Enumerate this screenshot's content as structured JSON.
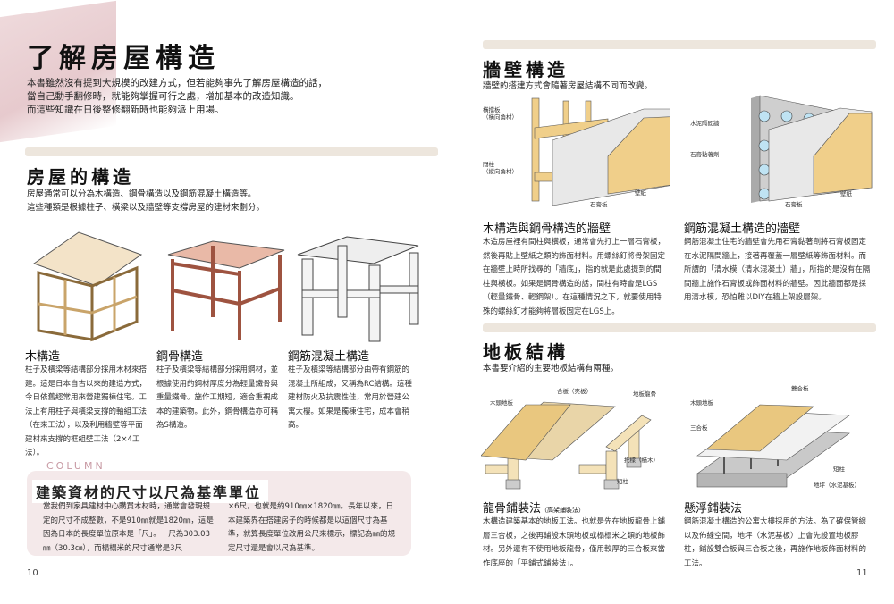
{
  "left_page": {
    "title": "了解房屋構造",
    "intro": [
      "本書雖然沒有提到大規模的改建方式，但若能夠事先了解房屋構造的話，",
      "當自己動手翻修時，就能夠掌握可行之處，增加基本的改造知識。",
      "而這些知識在日後整修翻新時也能夠派上用場。"
    ],
    "section": {
      "title": "房屋的構造",
      "text": [
        "房屋通常可以分為木構造、鋼骨構造以及鋼筋混凝土構造等。",
        "這些種類是根據柱子、橫梁以及牆壁等支撐房屋的建材來劃分。"
      ]
    },
    "types": [
      {
        "title": "木構造",
        "text": "柱子及橫梁等結構部分採用木材來搭建。這是日本自古以來的建造方式，今日依舊經常用來營建獨棟住宅。工法上有用柱子與橫梁支撐的軸組工法（在來工法），以及利用牆壁等平面建材來支撐的框組壁工法（2×4工法）。"
      },
      {
        "title": "鋼骨構造",
        "text": "柱子及橫梁等結構部分採用鋼材，並根據使用的鋼材厚度分為輕量鐵骨與重量鐵骨。施作工期短，適合重視成本的建築物。此外，鋼骨構造亦可稱為S構造。"
      },
      {
        "title": "鋼筋混凝土構造",
        "text": "柱子及橫梁等結構部分由帶有鋼筋的混凝土所組成，又稱為RC結構。這種建材防火及抗震性佳，常用於營建公寓大樓。如果是獨棟住宅，成本會稍高。"
      }
    ],
    "column": {
      "label": "COLUMN",
      "title": "建築資材的尺寸以尺為基準單位",
      "text_left": "當我們到家具建材中心購買木材時，通常會發現規定的尺寸不成整數，不是910㎜就是1820㎜，這是因為日本的長度單位原本是「尺」。一尺為303.03㎜（30.3㎝），而榻榻米的尺寸通常是3尺",
      "text_right": "×6尺，也就是約910㎜×1820㎜。長年以來，日本建築界在搭建房子的時候都是以這個尺寸為基準，就算長度單位改用公尺來標示，標記為㎜的規定尺寸還是會以尺為基準。"
    },
    "page_number": "10"
  },
  "right_page": {
    "wall": {
      "title": "牆壁構造",
      "subtitle": "牆壁的搭建方式會隨著房屋結構不同而改變。",
      "diagram1_labels": {
        "a": "橫擋板",
        "a2": "（橫向角材）",
        "b": "間柱",
        "b2": "（縱向角材）",
        "c": "石膏板",
        "d": "壁紙"
      },
      "diagram2_labels": {
        "a": "水泥隔間牆",
        "b": "石膏黏著劑",
        "c": "石膏板",
        "d": "壁紙"
      },
      "items": [
        {
          "title": "木構造與鋼骨構造的牆壁",
          "text": "木造房屋裡有間柱與橫板，通常會先打上一層石膏板，然後再貼上壁紙之類的飾面材料。用螺絲釘將骨架固定在牆壁上時所找尋的「牆底」，指的就是此處提到的間柱與橫板。如果是鋼骨構造的話，間柱有時會是LGS（輕量鐵骨、輕鋼架）。在這種情況之下，就要使用特殊的螺絲釘才能夠將層板固定在LGS上。"
        },
        {
          "title": "鋼筋混凝土構造的牆壁",
          "text": "鋼筋混凝土住宅的牆壁會先用石膏黏著劑將石膏板固定在水泥隔間牆上，接著再覆蓋一層壁紙等飾面材料。而所謂的「清水模（清水混凝土）牆」，所指的是沒有在隔間牆上施作石膏板或飾面材料的牆壁。因此牆面都是採用清水模，恐怕難以DIY在牆上架設層架。"
        }
      ]
    },
    "floor": {
      "title": "地板結構",
      "subtitle": "本書要介紹的主要地板結構有兩種。",
      "diagram1_labels": {
        "a": "木頭地板",
        "b": "合板（夾板）",
        "c": "地板龍骨",
        "d": "托樑（橫木）",
        "e": "短柱"
      },
      "diagram2_labels": {
        "a": "雙合板",
        "b": "木頭地板",
        "c": "三合板",
        "d": "短柱",
        "e": "地坪（水泥基板）"
      },
      "items": [
        {
          "title": "龍骨鋪裝法",
          "title_note": "（高架鋪裝法）",
          "text": "木構造建築基本的地板工法。也就是先在地板龍骨上鋪層三合板，之後再鋪設木頭地板或榻榻米之類的地板飾材。另外還有不使用地板龍骨，僅用較厚的三合板來當作底座的「平鋪式鋪裝法」。"
        },
        {
          "title": "懸浮鋪裝法",
          "text": "鋼筋混凝土構造的公寓大樓採用的方法。為了確保管線以及佈線空間，地坪（水泥基板）上會先設置地板膠柱，鋪設雙合板與三合板之後，再施作地板飾面材料的工法。"
        }
      ]
    },
    "page_number": "11"
  },
  "colors": {
    "accent_pink": "#c89aa4",
    "column_bg": "#f4e9ea",
    "bar": "#ede6dd",
    "wood": "#f0cf8a",
    "board": "#e6e6e6"
  }
}
